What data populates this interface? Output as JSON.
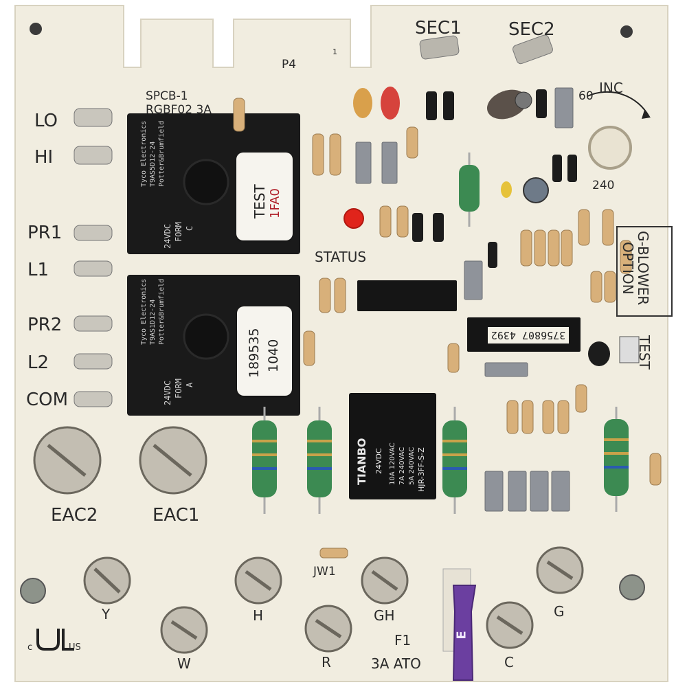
{
  "colors": {
    "pcb": "#f1ede0",
    "silkscreen": "#2a2a2a",
    "relay_body": "#1a1a1a",
    "resistor_green": "#3c8a52",
    "fuse_purple": "#6b3fa0",
    "terminal_metal": "#b5b0a4",
    "capacitor_grey": "#8f939a",
    "led_red": "#e0241b"
  },
  "board_labels": {
    "sec1": "SEC1",
    "sec2": "SEC2",
    "p4": "P4",
    "pin1": "1",
    "spcb": "SPCB-1",
    "spcb_fuse": "RGBF02 3A",
    "inc": "INC",
    "sixty": "60",
    "two_forty": "240",
    "lo": "LO",
    "hi": "HI",
    "pr1": "PR1",
    "l1": "L1",
    "pr2": "PR2",
    "l2": "L2",
    "com": "COM",
    "status": "STATUS",
    "g_blower": "G-BLOWER",
    "option": "OPTION",
    "test": "TEST",
    "eac2": "EAC2",
    "eac1": "EAC1",
    "jw1": "JW1",
    "y": "Y",
    "w": "W",
    "h": "H",
    "r": "R",
    "gh": "GH",
    "g": "G",
    "c": "C",
    "f1": "F1",
    "f1_rating": "3A ATO",
    "ul_mark": "c",
    "ul_us": "US"
  },
  "relay1": {
    "brand": "Tyco Electronics",
    "model": "T9AS5D12-24",
    "maker": "Potter&Brumfield",
    "voltage": "24VDC",
    "form": "FORM",
    "form_letter": "C",
    "sticker_line1": "TEST",
    "sticker_line2": "1FA0"
  },
  "relay2": {
    "brand": "Tyco Electronics",
    "model": "T9AS1D12-24",
    "maker": "Potter&Brumfield",
    "voltage": "24VDC",
    "form": "FORM",
    "form_letter": "A",
    "sticker_line1": "189535",
    "sticker_line2": "1040"
  },
  "relay3": {
    "brand": "TIANBO",
    "voltage": "24VDC",
    "rating1": "10A 120VAC",
    "rating2": "7A 240VAC",
    "rating3": "5A 240VAC",
    "model": "HJR-3FF-S-Z"
  },
  "chip_label": "3756807 4392",
  "fuse_letter": "E"
}
